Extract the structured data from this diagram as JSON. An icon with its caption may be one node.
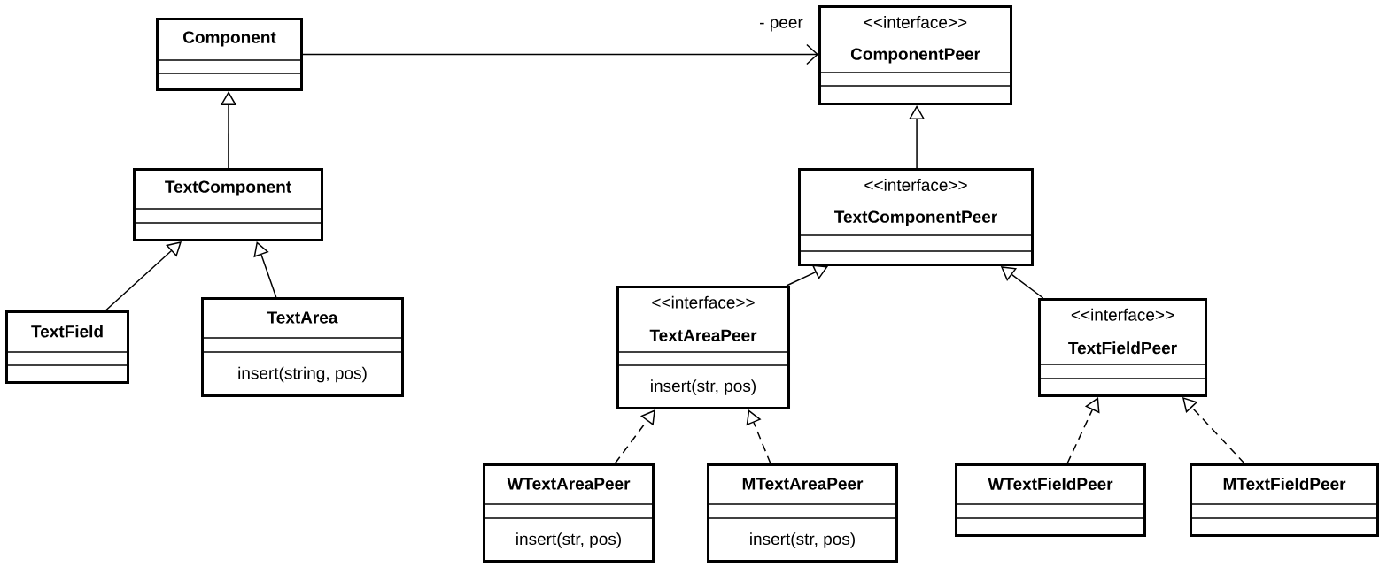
{
  "diagram": {
    "nodes": [
      {
        "text": [
          "Component"
        ]
      },
      {
        "text": [
          "<<interface>>",
          "ComponentPeer"
        ]
      },
      {
        "text": [
          "TextComponent"
        ]
      },
      {
        "text": [
          "<<interface>>",
          "TextComponentPeer"
        ]
      },
      {
        "text": [
          "TextField"
        ]
      },
      {
        "text": [
          "TextArea",
          "insert(string, pos)"
        ]
      },
      {
        "text": [
          "<<interface>>",
          "TextAreaPeer",
          "insert(str, pos)"
        ]
      },
      {
        "text": [
          "<<interface>>",
          "TextFieldPeer"
        ]
      },
      {
        "text": [
          "WTextAreaPeer",
          "insert(str, pos)"
        ]
      },
      {
        "text": [
          "MTextAreaPeer",
          "insert(str, pos)"
        ]
      },
      {
        "text": [
          "WTextFieldPeer"
        ]
      },
      {
        "text": [
          "MTextFieldPeer"
        ]
      }
    ],
    "edges": [
      {
        "from": 0,
        "to": 1,
        "arrow": "to",
        "label": "- peer"
      },
      {
        "from": 2,
        "to": 0,
        "arrow": "to"
      },
      {
        "from": 4,
        "to": 2,
        "arrow": "to"
      },
      {
        "from": 5,
        "to": 2,
        "arrow": "to"
      },
      {
        "from": 3,
        "to": 1,
        "arrow": "to"
      },
      {
        "from": 6,
        "to": 3,
        "arrow": "to"
      },
      {
        "from": 7,
        "to": 3,
        "arrow": "to"
      },
      {
        "from": 8,
        "to": 6,
        "arrow": "to",
        "style": "dashed"
      },
      {
        "from": 9,
        "to": 6,
        "arrow": "to",
        "style": "dashed"
      },
      {
        "from": 10,
        "to": 7,
        "arrow": "to",
        "style": "dashed"
      },
      {
        "from": 11,
        "to": 7,
        "arrow": "to",
        "style": "dashed"
      }
    ]
  }
}
